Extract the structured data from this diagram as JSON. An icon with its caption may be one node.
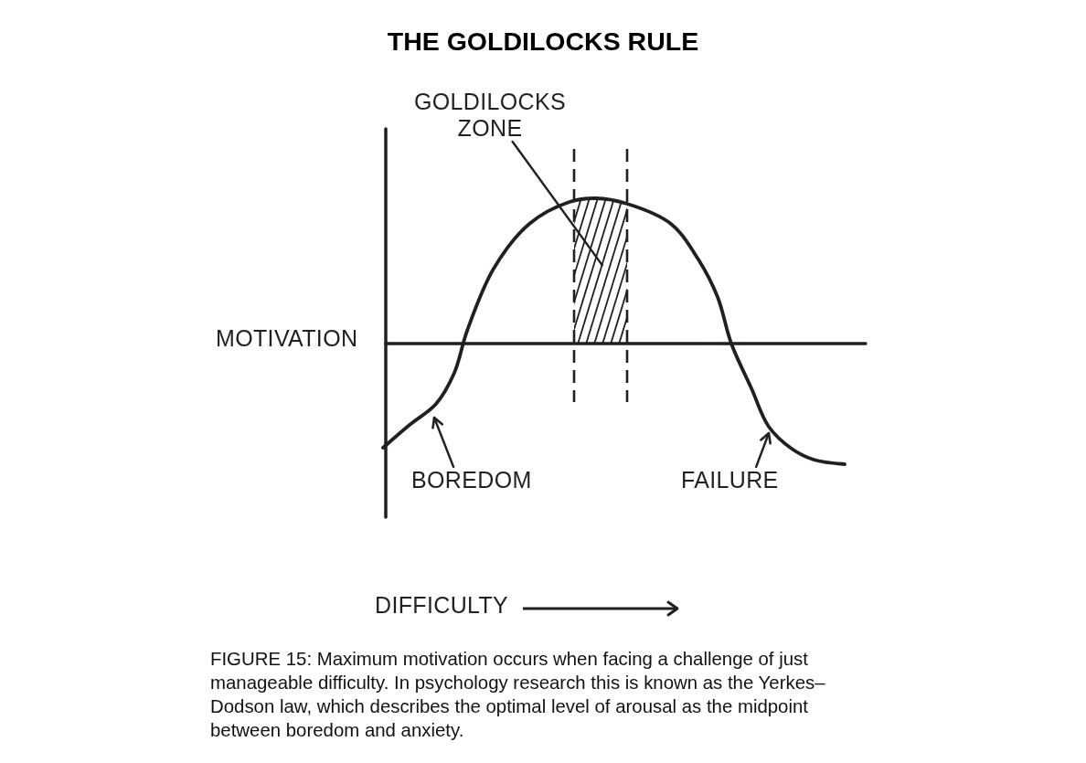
{
  "diagram": {
    "title": "THE GOLDILOCKS RULE",
    "caption": "FIGURE 15: Maximum motivation occurs when facing a challenge of just manageable difficulty. In psychology research this is known as the Yerkes–Dodson law, which describes the optimal level of arousal as the midpoint between boredom and anxiety.",
    "nodes": [
      {
        "text": [
          "GOLDILOCKS ZONE"
        ]
      },
      {
        "text": [],
        "shape": "box"
      },
      {
        "text": [
          "BOREDOM"
        ]
      },
      {
        "text": [
          "FAILURE"
        ]
      }
    ],
    "edges": [
      {
        "from": 0,
        "to": 1,
        "arrow": "none"
      },
      {
        "from": 2,
        "to": null,
        "arrow": "to"
      },
      {
        "from": 3,
        "to": null,
        "arrow": "to"
      }
    ],
    "labels": [
      "MOTIVATION",
      "DIFFICULTY"
    ]
  }
}
